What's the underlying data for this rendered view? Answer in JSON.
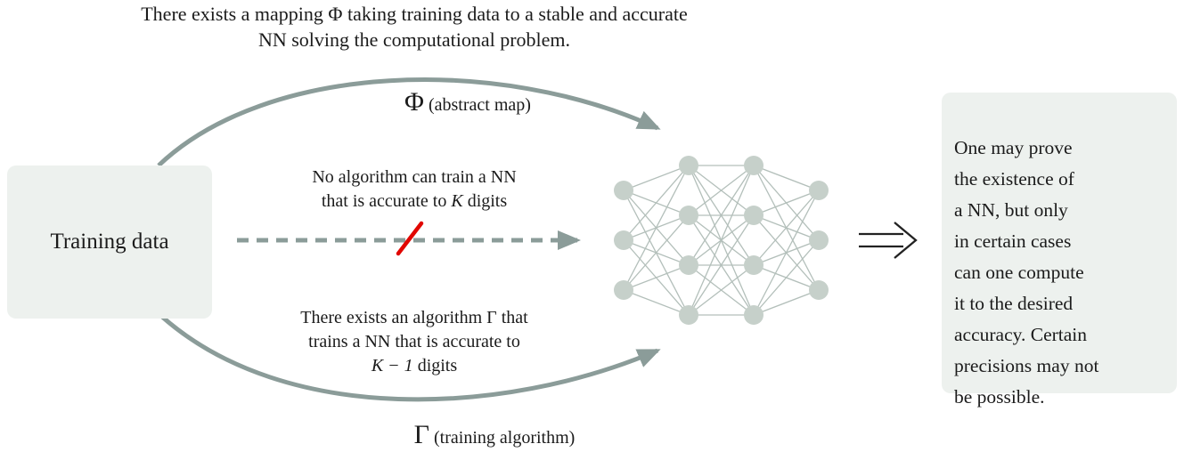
{
  "caption": "There exists a mapping Φ taking training data to a stable and accurate\nNN solving the computational problem.",
  "training_box": {
    "label": "Training data"
  },
  "phi_arrow": {
    "symbol": "Φ",
    "label": " (abstract map)"
  },
  "middle_text": {
    "line1": "No algorithm can train a NN",
    "line2_prefix": "that is accurate to ",
    "k": "K",
    "line2_suffix": " digits"
  },
  "bottom_text": {
    "line1": "There exists an algorithm Γ that",
    "line2": "trains a NN that is accurate to",
    "k_expr": "K − 1",
    "line3_suffix": " digits"
  },
  "gamma_arrow": {
    "symbol": "Γ",
    "label": " (training algorithm)"
  },
  "result_box": {
    "text": "One may prove\nthe existence of\na NN, but only\nin certain cases\ncan one compute\nit to the desired\naccuracy. Certain\nprecisions may not\nbe possible."
  },
  "icons": {
    "implies": "⟹",
    "not_possible_slash": "red-slash"
  },
  "nn": {
    "layers": [
      3,
      4,
      4,
      3
    ]
  },
  "colors": {
    "arrow": "#8b9c99",
    "box_fill": "#edf1ee",
    "node_fill": "#c6d0ca",
    "edge": "#b3bfba",
    "slash": "#e10600",
    "implies": "#222222"
  }
}
